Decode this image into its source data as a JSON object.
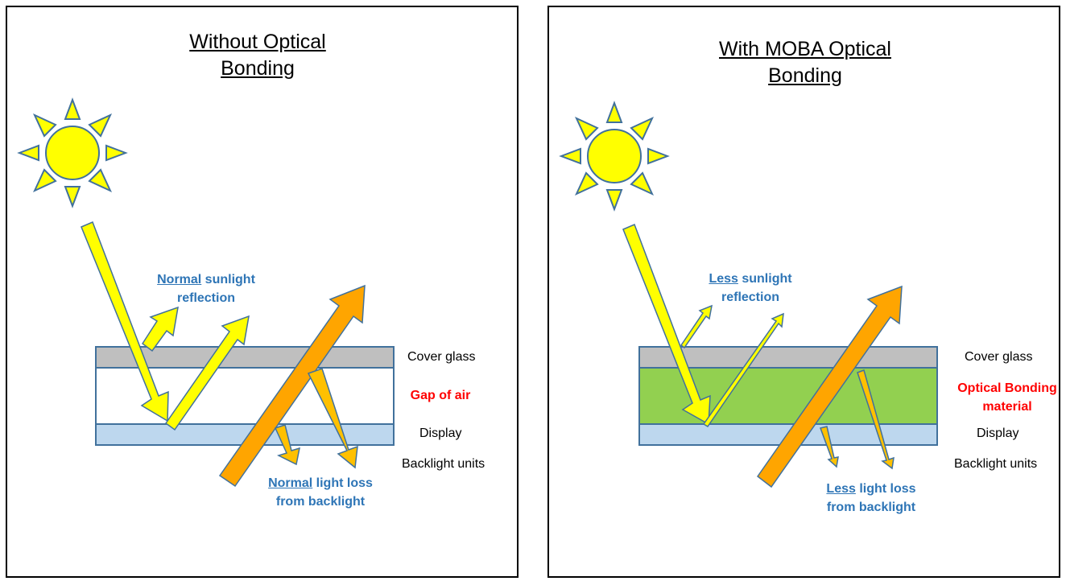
{
  "left": {
    "title_line1": "Without Optical",
    "title_line2": "Bonding",
    "reflection_em": "Normal",
    "reflection_rest": " sunlight",
    "reflection_line2": "reflection",
    "loss_em": "Normal",
    "loss_rest": " light loss",
    "loss_line2": "from backlight",
    "cover_glass": "Cover glass",
    "middle_line1": "Gap of air",
    "display": "Display",
    "backlight": "Backlight units"
  },
  "right": {
    "title_line1": "With MOBA Optical",
    "title_line2": "Bonding",
    "reflection_em": "Less",
    "reflection_rest": " sunlight",
    "reflection_line2": "reflection",
    "loss_em": "Less",
    "loss_rest": " light loss",
    "loss_line2": "from backlight",
    "cover_glass": "Cover glass",
    "middle_line1": "Optical Bonding",
    "middle_line2": "material",
    "display": "Display",
    "backlight": "Backlight units"
  },
  "colors": {
    "sun": "#FFFF00",
    "outline": "#41719C",
    "cover_glass": "#BFBFBF",
    "air_gap": "#FFFFFF",
    "bonding": "#92D050",
    "display": "#BDD7EE",
    "orange": "#FFC000",
    "orange_dark": "#FFA500",
    "label_blue": "#2E75B6",
    "label_red": "#FF0000"
  }
}
